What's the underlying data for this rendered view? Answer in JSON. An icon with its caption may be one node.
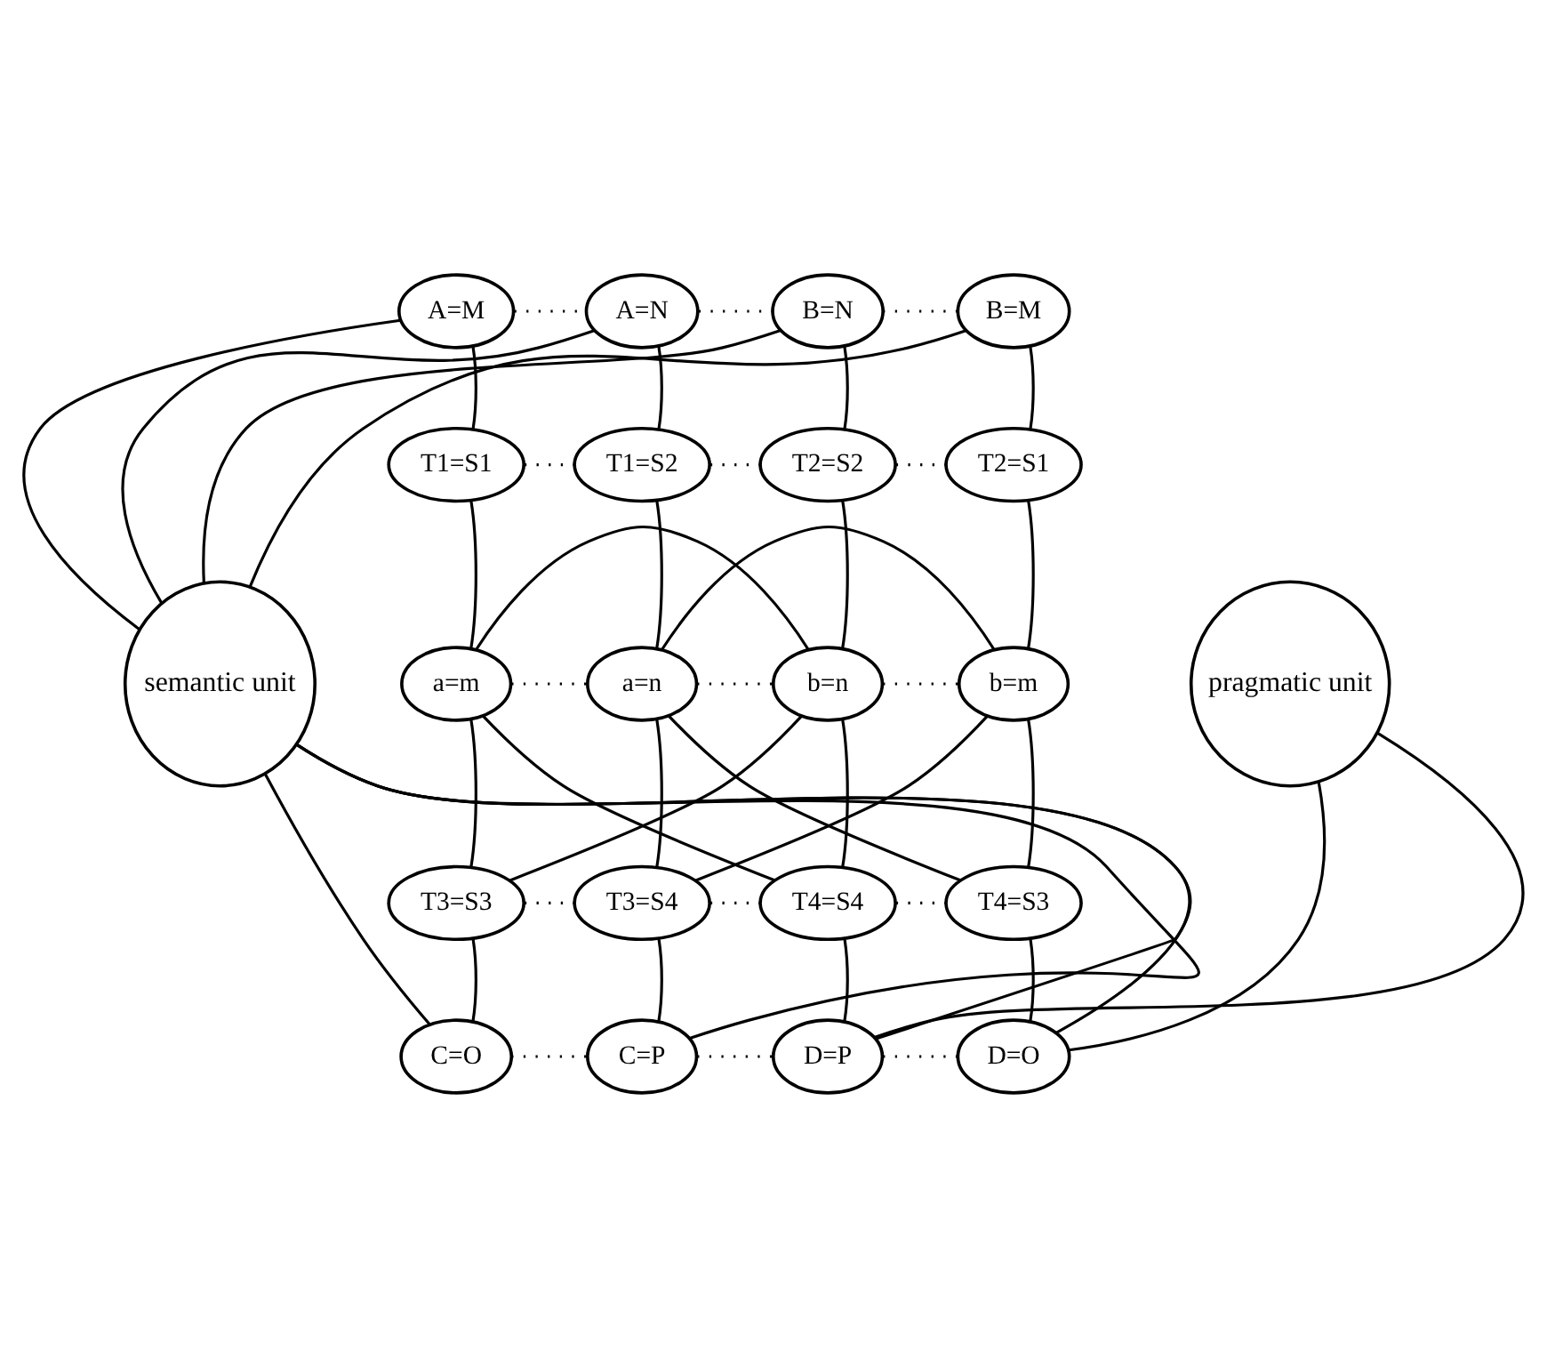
{
  "diagram": {
    "nodes": [
      {
        "text": [
          "A=M"
        ]
      },
      {
        "text": [
          "A=N"
        ]
      },
      {
        "text": [
          "B=N"
        ]
      },
      {
        "text": [
          "B=M"
        ]
      },
      {
        "text": [
          "T1=S1"
        ]
      },
      {
        "text": [
          "T1=S2"
        ]
      },
      {
        "text": [
          "T2=S2"
        ]
      },
      {
        "text": [
          "T2=S1"
        ]
      },
      {
        "text": [
          "semantic unit"
        ]
      },
      {
        "text": [
          "a=m"
        ]
      },
      {
        "text": [
          "a=n"
        ]
      },
      {
        "text": [
          "b=n"
        ]
      },
      {
        "text": [
          "b=m"
        ]
      },
      {
        "text": [
          "pragmatic unit"
        ]
      },
      {
        "text": [
          "T3=S3"
        ]
      },
      {
        "text": [
          "T3=S4"
        ]
      },
      {
        "text": [
          "T4=S4"
        ]
      },
      {
        "text": [
          "T4=S3"
        ]
      },
      {
        "text": [
          "C=O"
        ]
      },
      {
        "text": [
          "C=P"
        ]
      },
      {
        "text": [
          "D=P"
        ]
      },
      {
        "text": [
          "D=O"
        ]
      }
    ],
    "edges": [
      {
        "from": 0,
        "to": 1,
        "arrow": "none",
        "style": "dashed"
      },
      {
        "from": 1,
        "to": 2,
        "arrow": "none",
        "style": "dashed"
      },
      {
        "from": 2,
        "to": 3,
        "arrow": "none",
        "style": "dashed"
      },
      {
        "from": 4,
        "to": 5,
        "arrow": "none",
        "style": "dashed"
      },
      {
        "from": 5,
        "to": 6,
        "arrow": "none",
        "style": "dashed"
      },
      {
        "from": 6,
        "to": 7,
        "arrow": "none",
        "style": "dashed"
      },
      {
        "from": 9,
        "to": 10,
        "arrow": "none",
        "style": "dashed"
      },
      {
        "from": 10,
        "to": 11,
        "arrow": "none",
        "style": "dashed"
      },
      {
        "from": 11,
        "to": 12,
        "arrow": "none",
        "style": "dashed"
      },
      {
        "from": 14,
        "to": 15,
        "arrow": "none",
        "style": "dashed"
      },
      {
        "from": 15,
        "to": 16,
        "arrow": "none",
        "style": "dashed"
      },
      {
        "from": 16,
        "to": 17,
        "arrow": "none",
        "style": "dashed"
      },
      {
        "from": 18,
        "to": 19,
        "arrow": "none",
        "style": "dashed"
      },
      {
        "from": 19,
        "to": 20,
        "arrow": "none",
        "style": "dashed"
      },
      {
        "from": 20,
        "to": 21,
        "arrow": "none",
        "style": "dashed"
      },
      {
        "from": 0,
        "to": 4,
        "arrow": "none"
      },
      {
        "from": 1,
        "to": 5,
        "arrow": "none"
      },
      {
        "from": 2,
        "to": 6,
        "arrow": "none"
      },
      {
        "from": 3,
        "to": 7,
        "arrow": "none"
      },
      {
        "from": 4,
        "to": 9,
        "arrow": "none"
      },
      {
        "from": 5,
        "to": 10,
        "arrow": "none"
      },
      {
        "from": 6,
        "to": 11,
        "arrow": "none"
      },
      {
        "from": 7,
        "to": 12,
        "arrow": "none"
      },
      {
        "from": 9,
        "to": 11,
        "arrow": "none"
      },
      {
        "from": 10,
        "to": 12,
        "arrow": "none"
      },
      {
        "from": 9,
        "to": 14,
        "arrow": "none"
      },
      {
        "from": 9,
        "to": 16,
        "arrow": "none"
      },
      {
        "from": 10,
        "to": 15,
        "arrow": "none"
      },
      {
        "from": 10,
        "to": 17,
        "arrow": "none"
      },
      {
        "from": 11,
        "to": 14,
        "arrow": "none"
      },
      {
        "from": 11,
        "to": 16,
        "arrow": "none"
      },
      {
        "from": 12,
        "to": 15,
        "arrow": "none"
      },
      {
        "from": 12,
        "to": 17,
        "arrow": "none"
      },
      {
        "from": 14,
        "to": 18,
        "arrow": "none"
      },
      {
        "from": 15,
        "to": 19,
        "arrow": "none"
      },
      {
        "from": 16,
        "to": 20,
        "arrow": "none"
      },
      {
        "from": 17,
        "to": 21,
        "arrow": "none"
      },
      {
        "from": 8,
        "to": 0,
        "arrow": "none"
      },
      {
        "from": 8,
        "to": 1,
        "arrow": "none"
      },
      {
        "from": 8,
        "to": 2,
        "arrow": "none"
      },
      {
        "from": 8,
        "to": 3,
        "arrow": "none"
      },
      {
        "from": 8,
        "to": 18,
        "arrow": "none"
      },
      {
        "from": 8,
        "to": 19,
        "arrow": "none"
      },
      {
        "from": 8,
        "to": 20,
        "arrow": "none"
      },
      {
        "from": 8,
        "to": 21,
        "arrow": "none"
      },
      {
        "from": 13,
        "to": 20,
        "arrow": "none"
      },
      {
        "from": 13,
        "to": 21,
        "arrow": "none"
      }
    ]
  }
}
